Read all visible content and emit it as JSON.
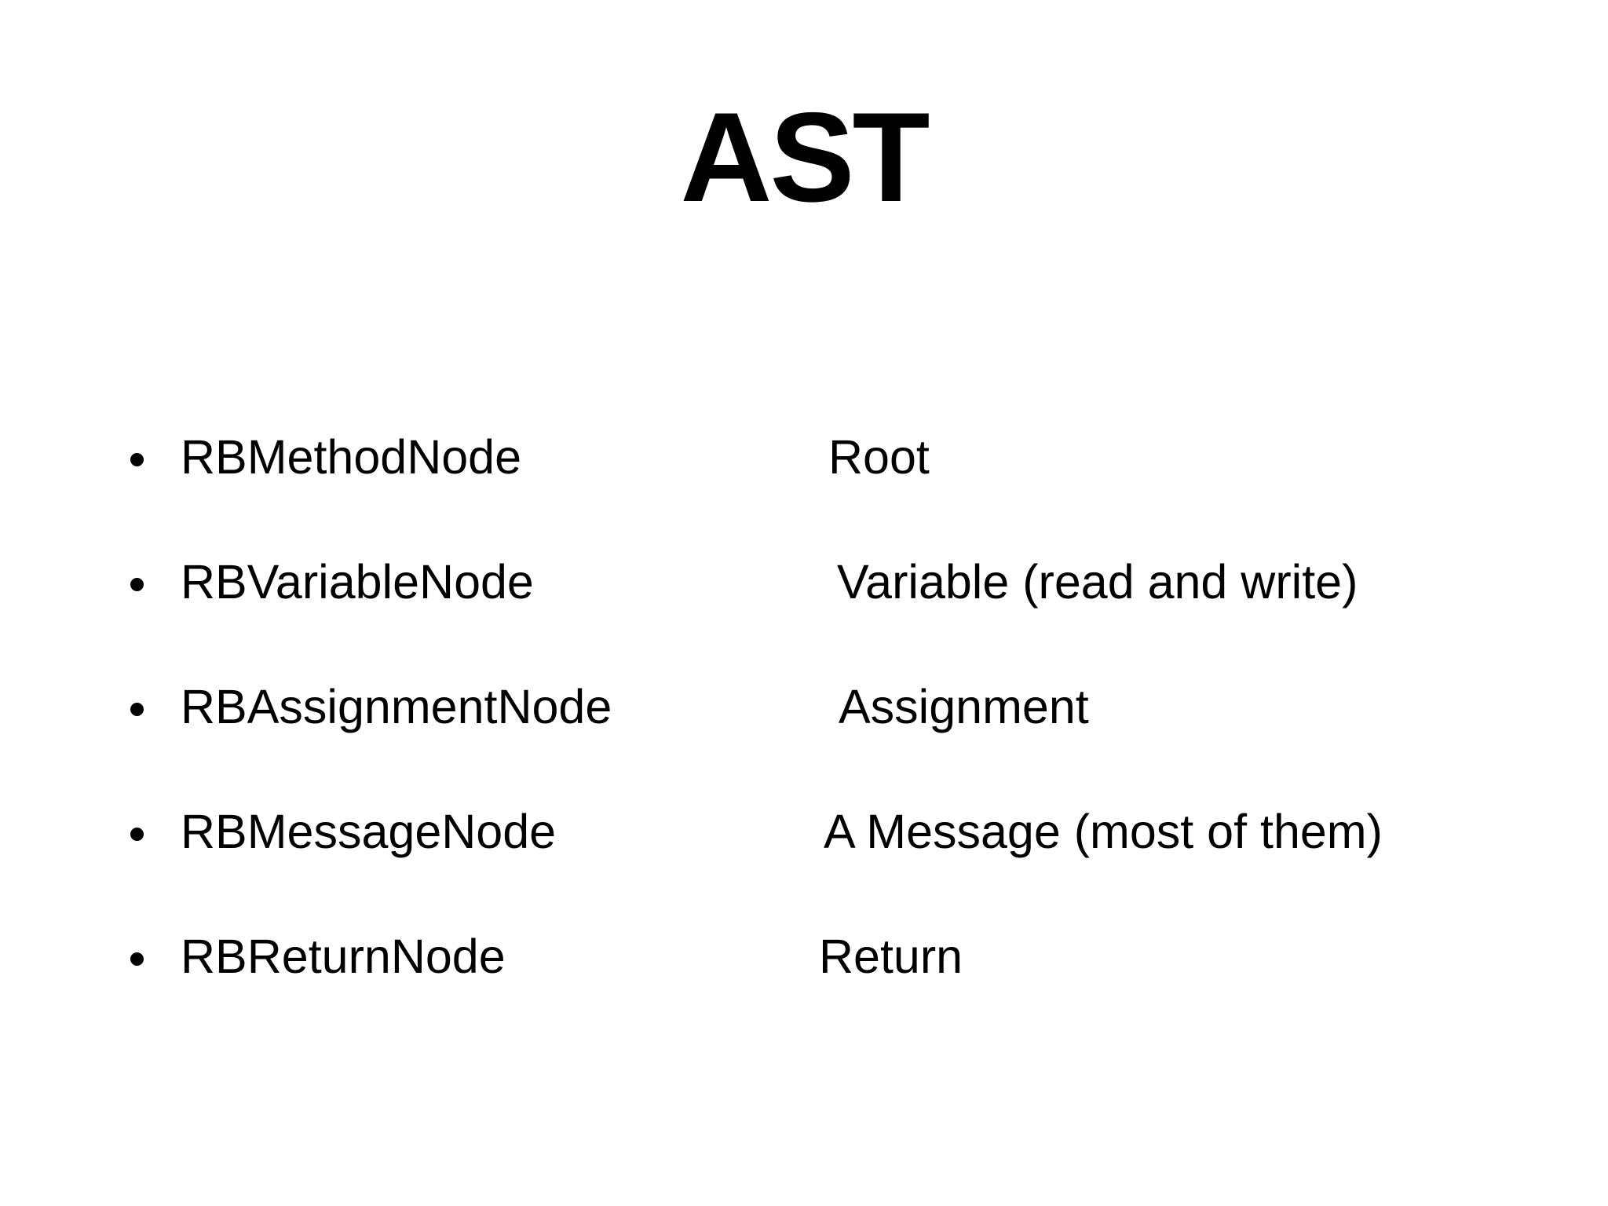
{
  "slide": {
    "title": "AST",
    "colors": {
      "background": "#ffffff",
      "text": "#000000"
    },
    "items": [
      {
        "name": "RBMethodNode",
        "description": "Root"
      },
      {
        "name": "RBVariableNode",
        "description": "Variable (read and write)"
      },
      {
        "name": "RBAssignmentNode",
        "description": "Assignment"
      },
      {
        "name": "RBMessageNode",
        "description": "A Message (most of them)"
      },
      {
        "name": "RBReturnNode",
        "description": "Return"
      }
    ]
  }
}
